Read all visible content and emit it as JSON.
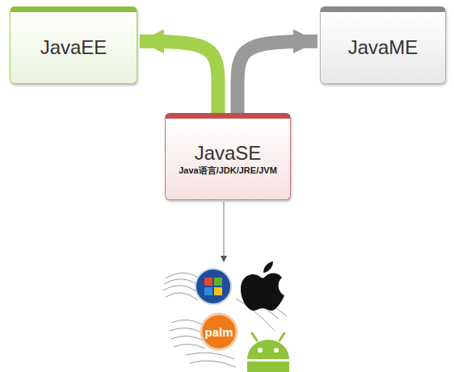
{
  "diagram": {
    "nodes": [
      {
        "text": [
          "JavaEE"
        ]
      },
      {
        "text": [
          "JavaME"
        ]
      },
      {
        "text": [
          "JavaSE",
          "Java语言/JDK/JRE/JVM"
        ]
      }
    ],
    "edges": [
      {
        "from": 2,
        "to": 0,
        "arrow": "to"
      },
      {
        "from": 2,
        "to": 1,
        "arrow": "to"
      }
    ],
    "labels": [
      "palm"
    ]
  }
}
